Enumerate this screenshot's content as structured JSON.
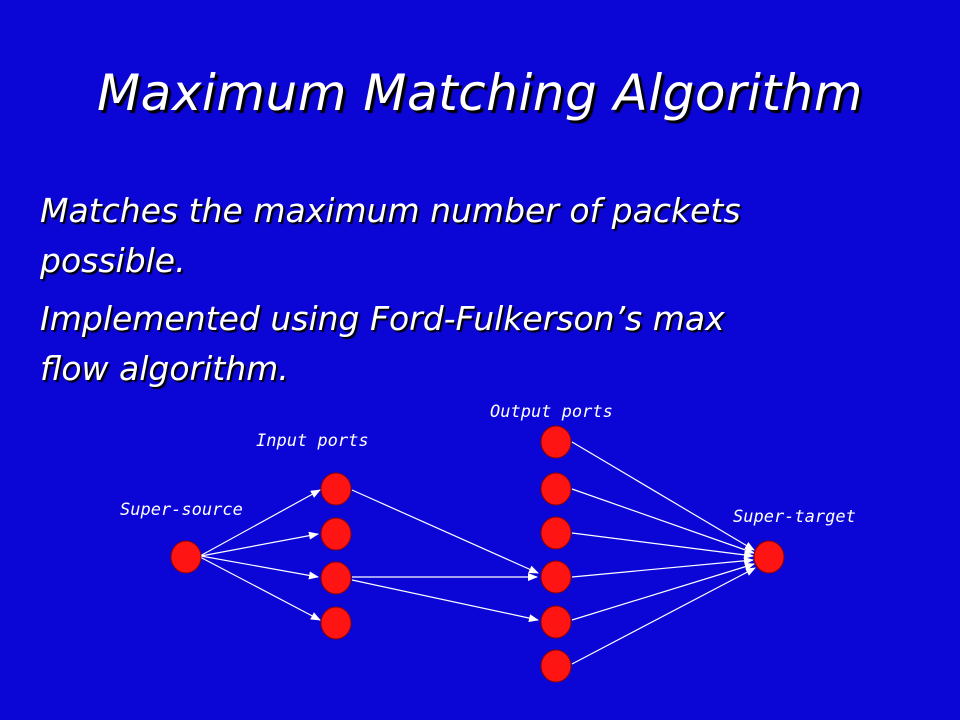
{
  "title": "Maximum Matching Algorithm",
  "bullets": [
    {
      "lines": [
        "Matches the maximum number of packets",
        "possible."
      ]
    },
    {
      "lines": [
        "Implemented using Ford-Fulkerson’s max",
        "flow algorithm."
      ]
    }
  ],
  "diagram": {
    "labels": {
      "super_source": "Super-source",
      "input_ports": "Input ports",
      "output_ports": "Output ports",
      "super_target": "Super-target"
    },
    "node_color": "#ff1414",
    "edge_color": "#ffffff",
    "background_color": "#0b06d6"
  }
}
